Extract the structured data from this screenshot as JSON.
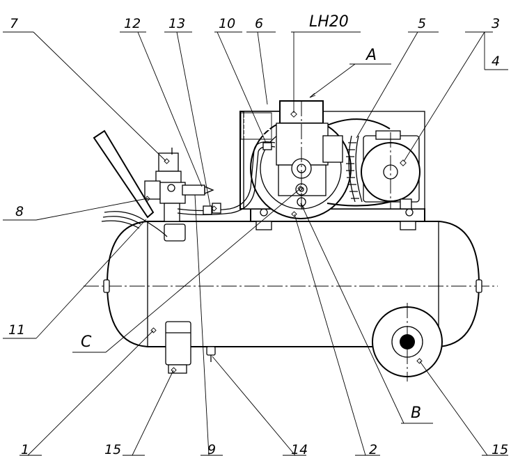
{
  "labels": {
    "l7": "7",
    "l12": "12",
    "l13": "13",
    "l10": "10",
    "l6": "6",
    "lLH20": "LH20",
    "l5": "5",
    "l3": "3",
    "l4": "4",
    "lA": "A",
    "l8": "8",
    "l11": "11",
    "lC": "C",
    "lB": "B",
    "l1": "1",
    "l15a": "15",
    "l9": "9",
    "l14": "14",
    "l2": "2",
    "l15b": "15"
  }
}
